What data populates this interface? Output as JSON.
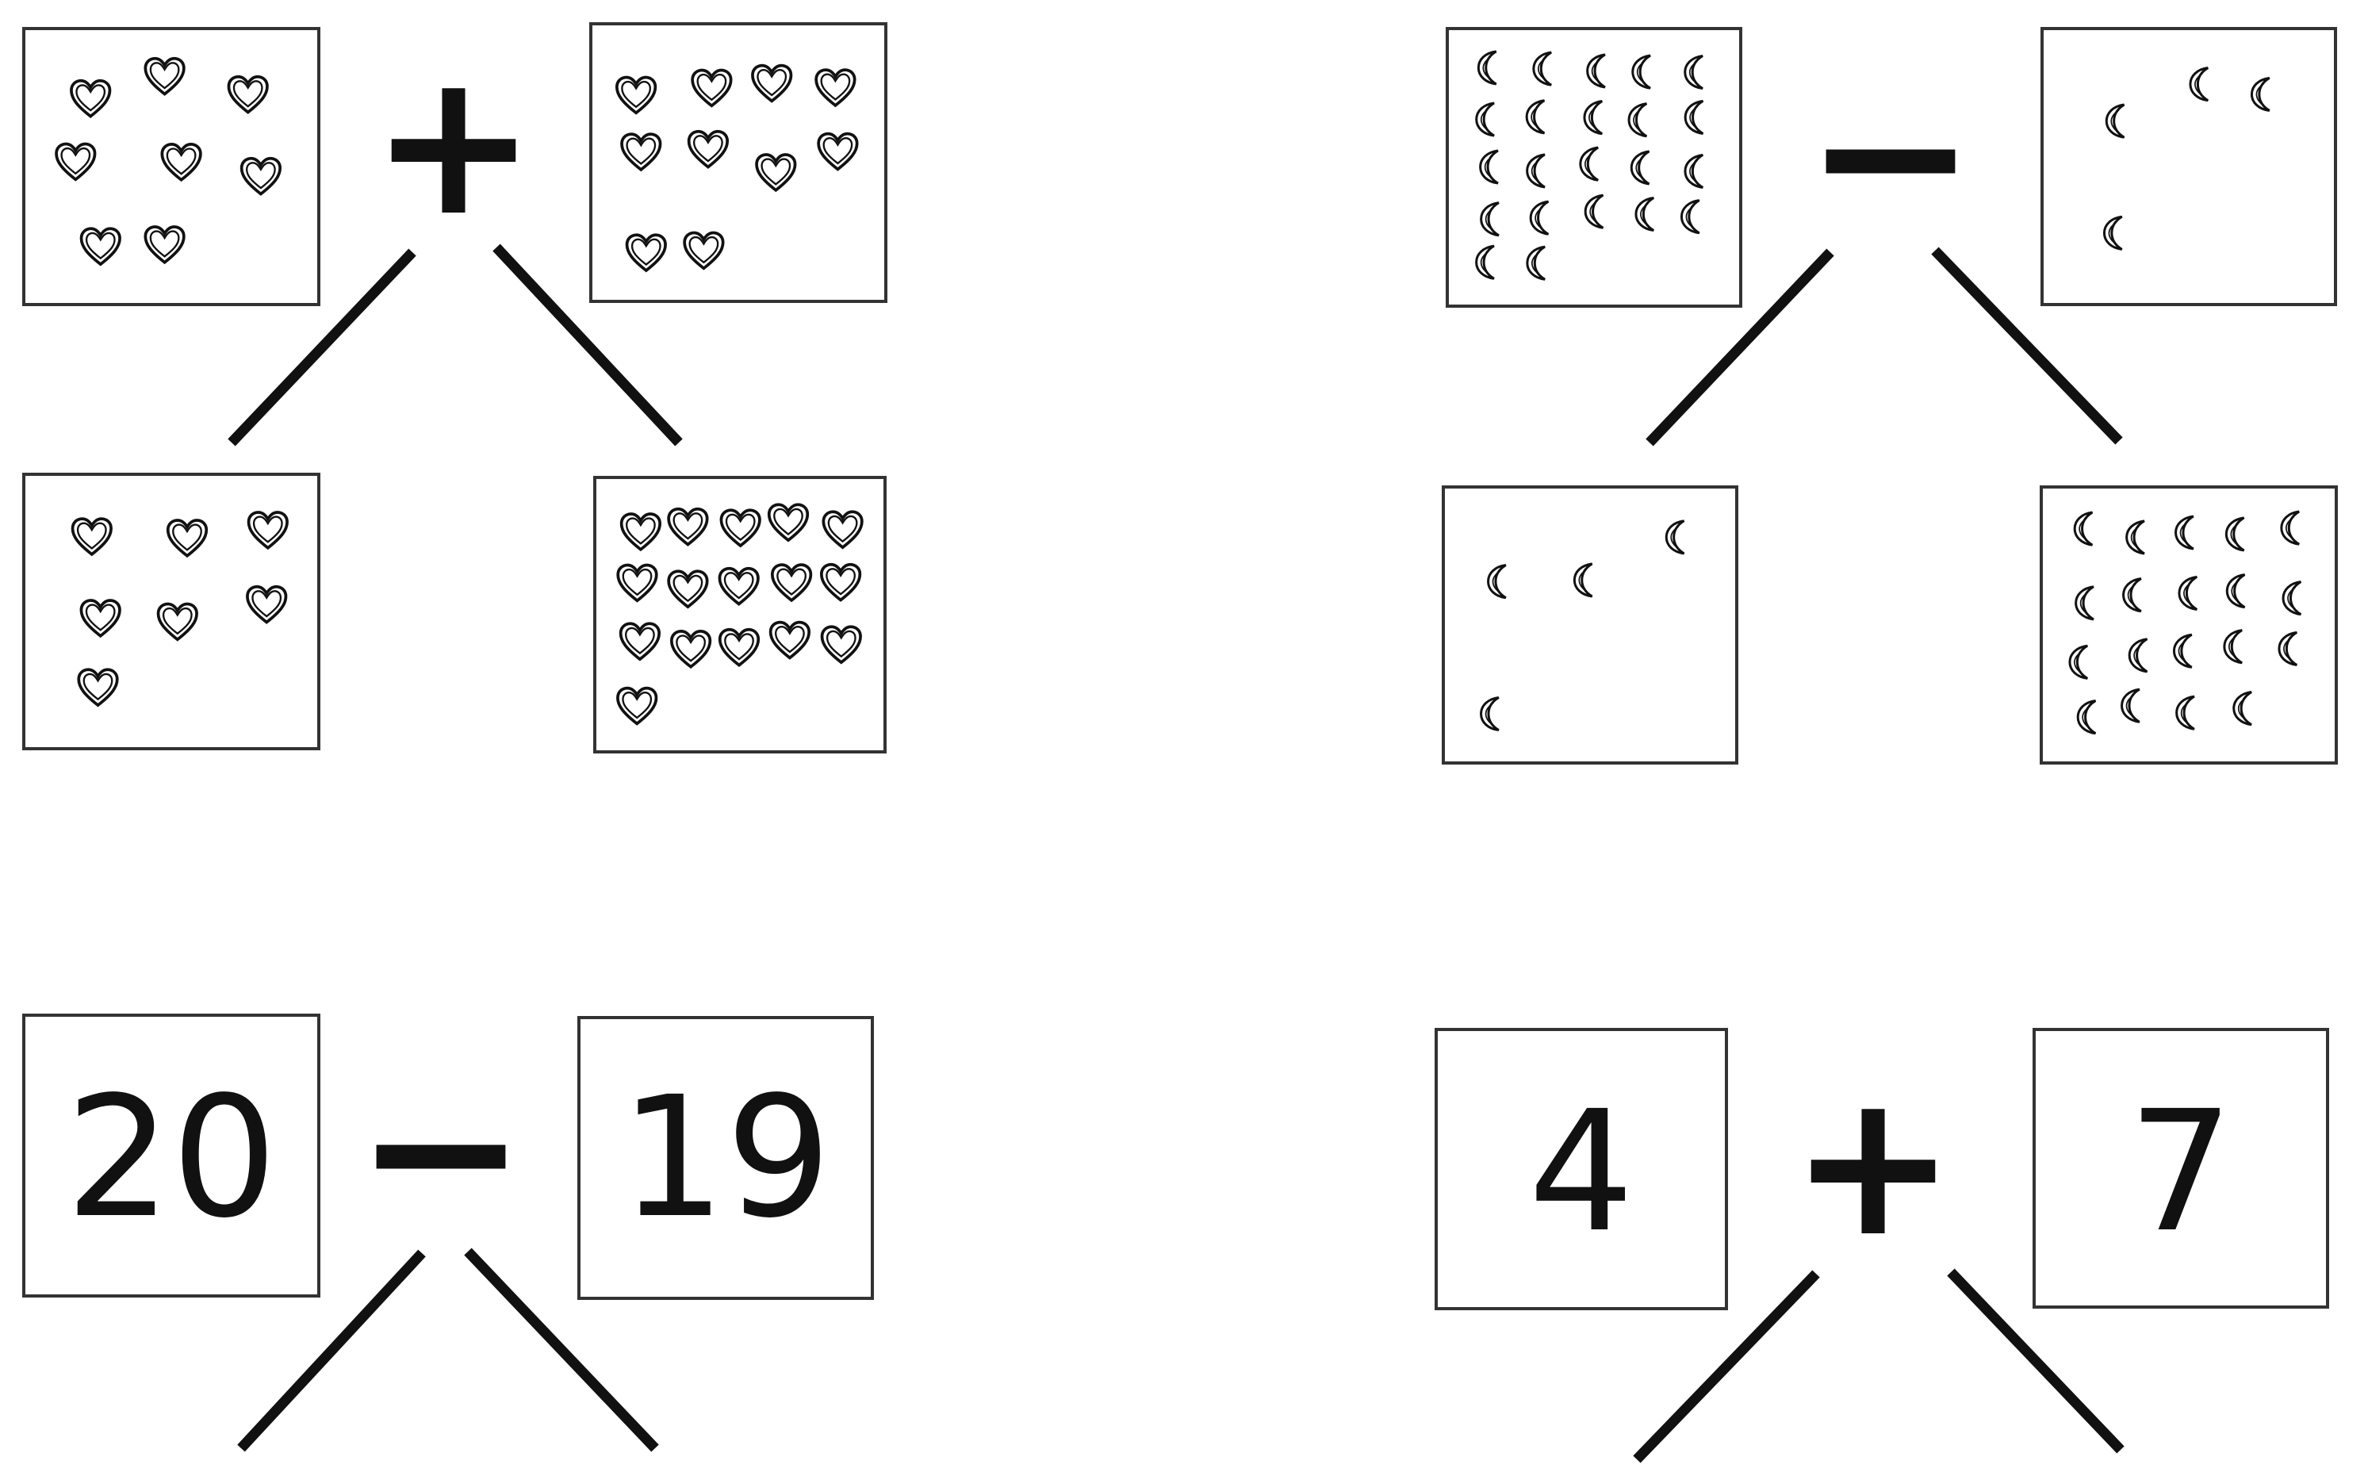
{
  "colors": {
    "ink": "#111111",
    "box_border": "#333333",
    "background": "#ffffff"
  },
  "icons": {
    "heart": "heart-icon",
    "moon": "crescent-moon-icon"
  },
  "problems": [
    {
      "id": "heart-addition",
      "operator": "+",
      "icon": "heart",
      "top_counts": [
        8,
        10
      ],
      "bottom_counts": [
        7,
        16
      ]
    },
    {
      "id": "moon-subtraction",
      "operator": "−",
      "icon": "moon",
      "top_counts": [
        22,
        4
      ],
      "bottom_counts": [
        4,
        19
      ]
    },
    {
      "id": "number-subtraction",
      "operator": "−",
      "top_numbers": [
        "20",
        "19"
      ]
    },
    {
      "id": "number-addition",
      "operator": "+",
      "top_numbers": [
        "4",
        "7"
      ]
    }
  ]
}
